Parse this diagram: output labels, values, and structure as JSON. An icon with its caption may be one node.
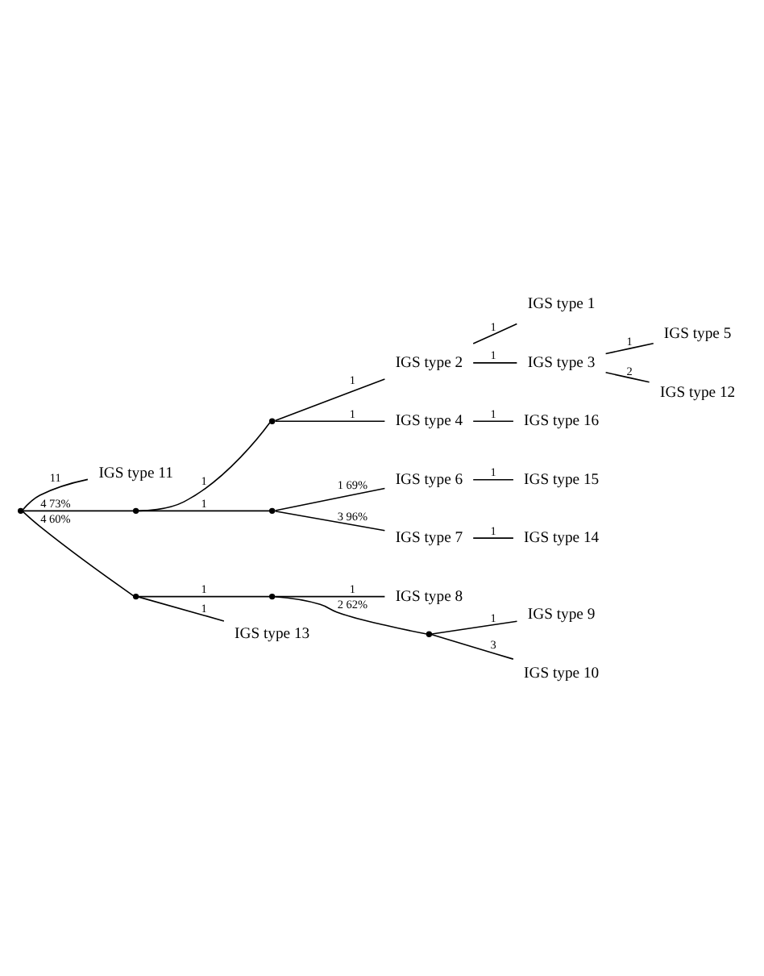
{
  "diagram": {
    "nodes": [
      {
        "text": [],
        "shape": "point"
      },
      {
        "text": [
          "IGS type 11"
        ]
      },
      {
        "text": [],
        "shape": "point"
      },
      {
        "text": [],
        "shape": "point"
      },
      {
        "text": [
          "IGS type 2"
        ]
      },
      {
        "text": [
          "IGS type 1"
        ]
      },
      {
        "text": [
          "IGS type 3"
        ]
      },
      {
        "text": [
          "IGS type 5"
        ]
      },
      {
        "text": [
          "IGS type 12"
        ]
      },
      {
        "text": [
          "IGS type 4"
        ]
      },
      {
        "text": [
          "IGS type 16"
        ]
      },
      {
        "text": [],
        "shape": "point"
      },
      {
        "text": [
          "IGS type 6"
        ]
      },
      {
        "text": [
          "IGS type 15"
        ]
      },
      {
        "text": [
          "IGS type 7"
        ]
      },
      {
        "text": [
          "IGS type 14"
        ]
      },
      {
        "text": [],
        "shape": "point"
      },
      {
        "text": [],
        "shape": "point"
      },
      {
        "text": [
          "IGS type 8"
        ]
      },
      {
        "text": [],
        "shape": "point"
      },
      {
        "text": [
          "IGS type 9"
        ]
      },
      {
        "text": [
          "IGS type 10"
        ]
      },
      {
        "text": [
          "IGS type 13"
        ]
      }
    ],
    "edges": [
      {
        "from": 0,
        "to": 1,
        "arrow": "none",
        "label": "11"
      },
      {
        "from": 0,
        "to": 2,
        "arrow": "none",
        "label": "4 73%"
      },
      {
        "from": 2,
        "to": 3,
        "arrow": "none",
        "label": "1"
      },
      {
        "from": 3,
        "to": 4,
        "arrow": "none",
        "label": "1"
      },
      {
        "from": 4,
        "to": 5,
        "arrow": "none",
        "label": "1"
      },
      {
        "from": 4,
        "to": 6,
        "arrow": "none",
        "label": "1"
      },
      {
        "from": 6,
        "to": 7,
        "arrow": "none",
        "label": "1"
      },
      {
        "from": 6,
        "to": 8,
        "arrow": "none",
        "label": "2"
      },
      {
        "from": 3,
        "to": 9,
        "arrow": "none",
        "label": "1"
      },
      {
        "from": 9,
        "to": 10,
        "arrow": "none",
        "label": "1"
      },
      {
        "from": 2,
        "to": 11,
        "arrow": "none",
        "label": "1"
      },
      {
        "from": 11,
        "to": 12,
        "arrow": "none",
        "label": "1 69%"
      },
      {
        "from": 12,
        "to": 13,
        "arrow": "none",
        "label": "1"
      },
      {
        "from": 11,
        "to": 14,
        "arrow": "none",
        "label": "3 96%"
      },
      {
        "from": 14,
        "to": 15,
        "arrow": "none",
        "label": "1"
      },
      {
        "from": 0,
        "to": 16,
        "arrow": "none",
        "label": "4 60%"
      },
      {
        "from": 16,
        "to": 17,
        "arrow": "none",
        "label": "1"
      },
      {
        "from": 17,
        "to": 18,
        "arrow": "none",
        "label": "1"
      },
      {
        "from": 17,
        "to": 19,
        "arrow": "none",
        "label": "2 62%"
      },
      {
        "from": 19,
        "to": 20,
        "arrow": "none",
        "label": "1"
      },
      {
        "from": 19,
        "to": 21,
        "arrow": "none",
        "label": "3"
      },
      {
        "from": 16,
        "to": 22,
        "arrow": "none",
        "label": "1"
      }
    ]
  }
}
